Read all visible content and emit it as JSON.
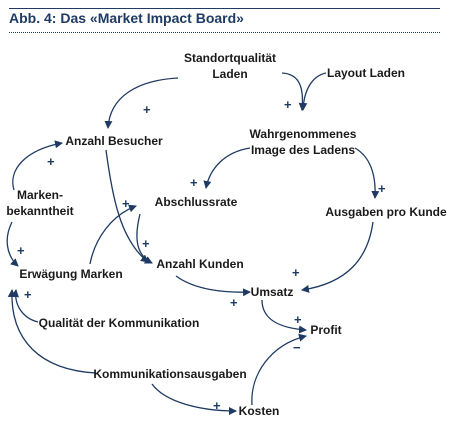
{
  "title": "Abb. 4: Das «Market Impact Board»",
  "colors": {
    "accent": "#1f3b63",
    "text": "#1a1a1a"
  },
  "nodes": {
    "standortqualitaet": "Standortqualität\nLaden",
    "layout": "Layout Laden",
    "besucher": "Anzahl Besucher",
    "image": "Wahrgenommenes\nImage des Ladens",
    "markenbekanntheit": "Marken-\nbekanntheit",
    "abschlussrate": "Abschlussrate",
    "ausgaben": "Ausgaben pro Kunde",
    "erwaegung": "Erwägung Marken",
    "kunden": "Anzahl Kunden",
    "umsatz": "Umsatz",
    "kommunikationsqualitaet": "Qualität der Kommunikation",
    "profit": "Profit",
    "kommunikationsausgaben": "Kommunikationsausgaben",
    "kosten": "Kosten"
  },
  "signs": {
    "standort_besucher": "+",
    "layout_image": "+",
    "marken_besucher": "+",
    "image_abschluss": "+",
    "image_ausgaben": "+",
    "marken_erwaegung": "+",
    "erwaegung_abschluss": "+",
    "abschluss_kunden": "+",
    "ausgaben_umsatz": "+",
    "kunden_umsatz": "+",
    "qualitaet_erwaegung": "+",
    "umsatz_profit": "+",
    "kosten_profit": "−",
    "kommunikation_kosten": "+"
  }
}
